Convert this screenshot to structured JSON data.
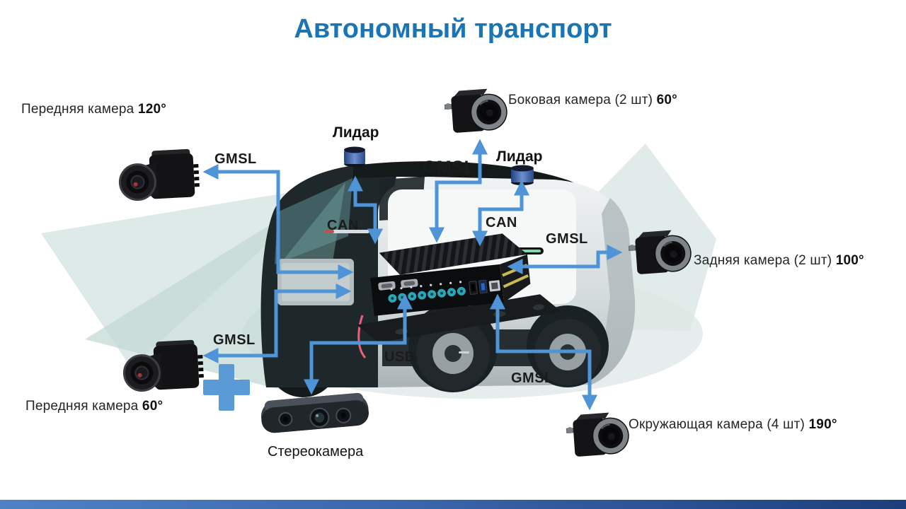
{
  "title": "Автономный транспорт",
  "colors": {
    "title_blue": "#1b74b4",
    "arrow_blue": "#4e94d6",
    "plus_blue": "#5b9bd5",
    "fov_teal": "#d6e5e1",
    "footer_left": "#4f81c7",
    "footer_right": "#1c3e7d"
  },
  "bus": {
    "gmsl": "GMSL",
    "can": "CAN",
    "usb": "USB"
  },
  "sensors": {
    "lidar": "Лидар",
    "stereo": "Стереокамера"
  },
  "cameras": {
    "front120": {
      "text": "Передняя камера",
      "value": "120°"
    },
    "side": {
      "text": "Боковая камера (2 шт)",
      "value": "60°"
    },
    "rear": {
      "text": "Задняя камера (2 шт)",
      "value": "100°"
    },
    "surround": {
      "text": "Окружающая камера (4 шт)",
      "value": "190°"
    },
    "front60": {
      "text": "Передняя камера",
      "value": "60°"
    }
  }
}
